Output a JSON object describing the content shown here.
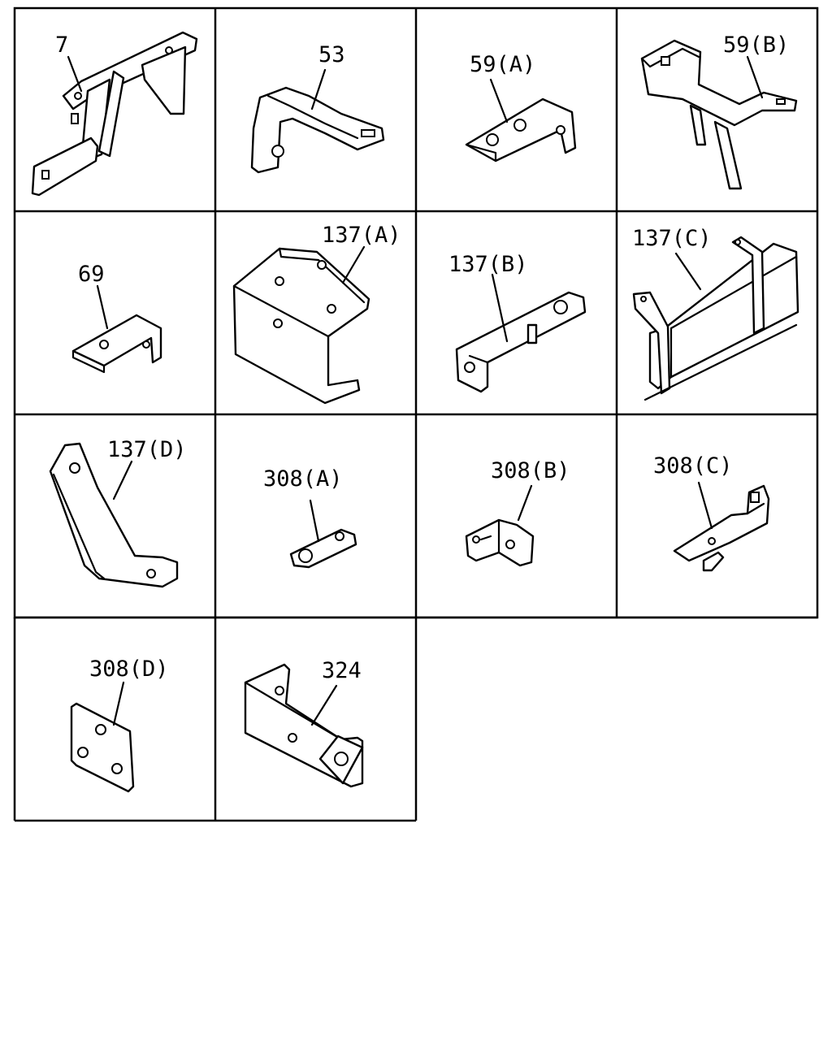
{
  "title": "",
  "cells": [
    {
      "id": "7",
      "label": "7"
    },
    {
      "id": "53",
      "label": "53"
    },
    {
      "id": "59a",
      "label": "59(A)"
    },
    {
      "id": "59b",
      "label": "59(B)"
    },
    {
      "id": "69",
      "label": "69"
    },
    {
      "id": "137a",
      "label": "137(A)"
    },
    {
      "id": "137b",
      "label": "137(B)"
    },
    {
      "id": "137c",
      "label": "137(C)"
    },
    {
      "id": "137d",
      "label": "137(D)"
    },
    {
      "id": "308a",
      "label": "308(A)"
    },
    {
      "id": "308b",
      "label": "308(B)"
    },
    {
      "id": "308c",
      "label": "308(C)"
    },
    {
      "id": "308d",
      "label": "308(D)"
    },
    {
      "id": "324",
      "label": "324"
    }
  ]
}
